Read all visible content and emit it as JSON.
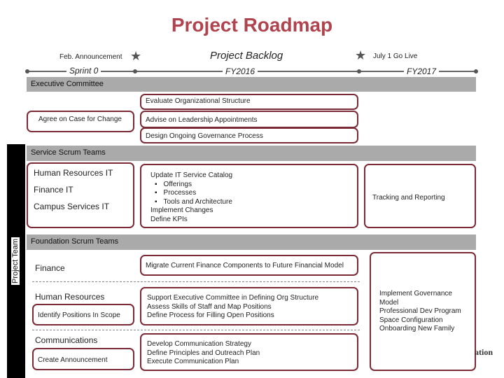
{
  "title": "Project Roadmap",
  "timeline": {
    "feb_announcement": "Feb. Announcement",
    "project_backlog": "Project Backlog",
    "go_live": "July 1 Go Live",
    "sprint0": "Sprint 0",
    "fy2016": "FY2016",
    "fy2017": "FY2017"
  },
  "executive": {
    "band": "Executive Committee",
    "evaluate": "Evaluate Organizational Structure",
    "case_for_change": "Agree on Case for Change",
    "advise": "Advise on Leadership Appointments",
    "governance": "Design Ongoing Governance Process"
  },
  "side_label": "Project Team",
  "service": {
    "band": "Service Scrum Teams",
    "teams": [
      "Human Resources IT",
      "Finance IT",
      "Campus Services IT"
    ],
    "catalog_title": "Update IT Service Catalog",
    "catalog_items": [
      "Offerings",
      "Processes",
      "Tools and Architecture"
    ],
    "implement": "Implement Changes",
    "kpis": "Define KPIs",
    "tracking": "Tracking and Reporting"
  },
  "foundation": {
    "band": "Foundation Scrum Teams",
    "finance": "Finance",
    "finance_task": "Migrate Current Finance Components to Future Financial Model",
    "hr": "Human Resources",
    "hr_sub": "Identify Positions In Scope",
    "hr_tasks": [
      "Support Executive Committee in Defining Org Structure",
      "Assess Skills of Staff and Map Positions",
      "Define Process for Filling Open Positions"
    ],
    "comms": "Communications",
    "comms_sub": "Create Announcement",
    "comms_tasks": [
      "Develop Communication Strategy",
      "Define Principles and Outreach Plan",
      "Execute Communication Plan"
    ],
    "right_items": [
      "Implement Governance Model",
      "Professional Dev Program",
      "Space Configuration",
      "Onboarding New Family"
    ]
  },
  "logo_fragment": "ation",
  "colors": {
    "title": "#b0444e",
    "card_border": "#7b2a35",
    "band": "#aaaaaa"
  }
}
